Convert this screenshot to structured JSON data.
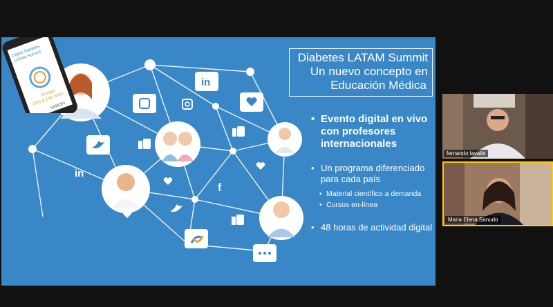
{
  "slide": {
    "title_line1": "Diabetes LATAM Summit",
    "title_line2": "Un nuevo concepto en",
    "title_line3": "Educación Médica",
    "bullet_main": "Evento digital en vivo con profesores internacionales",
    "bullet_2": "Un programa diferenciado para cada país",
    "sub_1": "Material científico a demanda",
    "sub_2": "Cursos en-línea",
    "bullet_3": "48 horas de actividad digital",
    "phone_text1": "Digital Diabetes",
    "phone_text2": "LATAM Summit",
    "phone_date1": "October",
    "phone_date2": "23rd & 24th 2020",
    "phone_brand": "SANOFI",
    "linkedin1": "in",
    "linkedin2": "in",
    "facebook": "f"
  },
  "participants": [
    {
      "name": "fernando lavalle"
    },
    {
      "name": "Maria Elena Sanudo"
    }
  ],
  "colors": {
    "slide_bg": "#3a87c8",
    "active_speaker_border": "#ffcc00"
  }
}
